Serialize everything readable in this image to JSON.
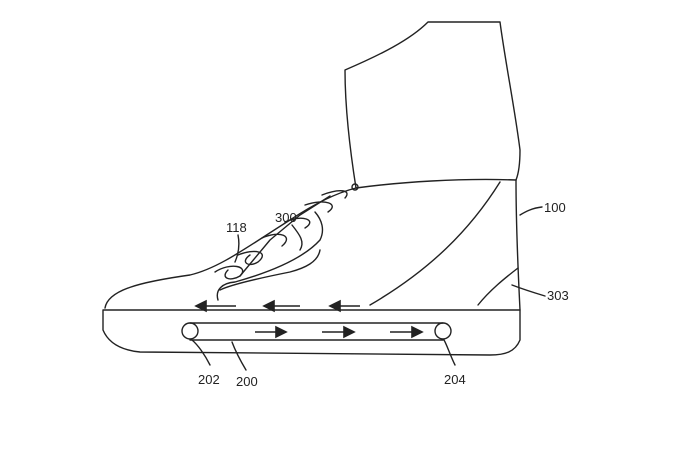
{
  "figure": {
    "labels": {
      "shoe": "100",
      "lace": "118",
      "upper_channel": "300",
      "heel_channel": "303",
      "sole_tube": "200",
      "left_port": "202",
      "right_port": "204"
    },
    "flow": {
      "upper_arrows_direction": "left",
      "sole_arrows_direction": "right"
    }
  }
}
